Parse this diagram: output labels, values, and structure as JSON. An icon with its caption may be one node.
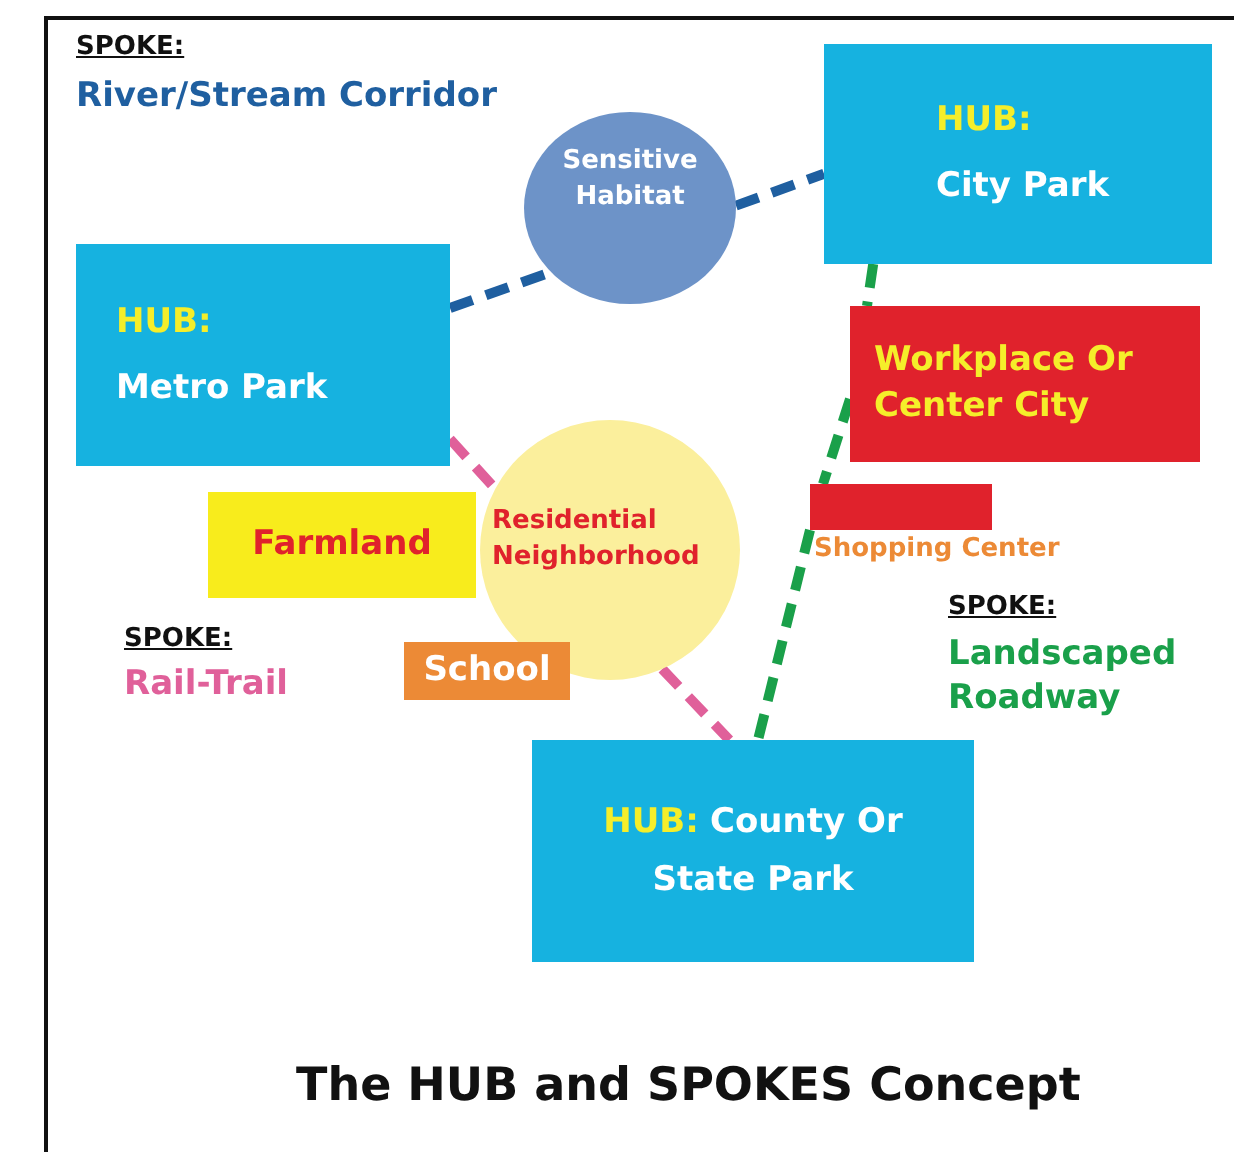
{
  "diagram": {
    "title": "The HUB and SPOKES Concept",
    "nodes": [
      {
        "text": [
          "HUB:",
          "City Park"
        ]
      },
      {
        "text": [
          "Sensitive Habitat"
        ]
      },
      {
        "text": [
          "HUB:",
          "Metro Park"
        ]
      },
      {
        "text": [
          "Workplace Or Center City"
        ]
      },
      {
        "text": [],
        "shape": "bar",
        "beside": [
          "Shopping Center"
        ]
      },
      {
        "text": [
          "Farmland"
        ]
      },
      {
        "text": [
          "Residential Neighborhood"
        ]
      },
      {
        "text": [
          "School"
        ]
      },
      {
        "text": [
          "HUB:",
          "County Or State Park"
        ]
      }
    ],
    "edges": [
      {
        "from": 2,
        "to": 1,
        "arrow": "none",
        "style": "dashed",
        "color": "#1f5fa0"
      },
      {
        "from": 1,
        "to": 0,
        "arrow": "none",
        "style": "dashed",
        "color": "#1f5fa0"
      },
      {
        "from": 0,
        "to": 3,
        "arrow": "none",
        "style": "dashed",
        "color": "#1aa04a"
      },
      {
        "from": 3,
        "to": 4,
        "arrow": "none",
        "style": "dashed",
        "color": "#1aa04a"
      },
      {
        "from": 4,
        "to": 8,
        "arrow": "none",
        "style": "dashed",
        "color": "#1aa04a"
      },
      {
        "from": 2,
        "to": 6,
        "arrow": "none",
        "style": "dashed",
        "color": "#e0609a"
      },
      {
        "from": 6,
        "to": 8,
        "arrow": "none",
        "style": "dashed",
        "color": "#e0609a"
      }
    ],
    "labels": [
      "SPOKE:",
      "River/Stream Corridor",
      "SPOKE:",
      "Landscaped Roadway",
      "SPOKE:",
      "Rail-Trail"
    ]
  }
}
